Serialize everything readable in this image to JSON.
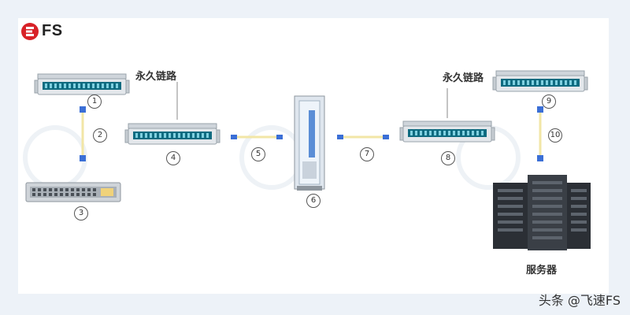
{
  "brand": {
    "logo_text": "FS",
    "accent": "#d82228"
  },
  "labels": {
    "permanent_link_left": "永久链路",
    "permanent_link_right": "永久链路",
    "server": "服务器"
  },
  "numbers": [
    "1",
    "2",
    "3",
    "4",
    "5",
    "6",
    "7",
    "8",
    "9",
    "10"
  ],
  "watermark": "头条 @飞速FS",
  "colors": {
    "patch_panel_body": "#d9dee3",
    "port_strip": "#0f6b80",
    "cable": "#f2e6a6",
    "connector": "#3b6fd6",
    "server_dark": "#2b2f35"
  }
}
